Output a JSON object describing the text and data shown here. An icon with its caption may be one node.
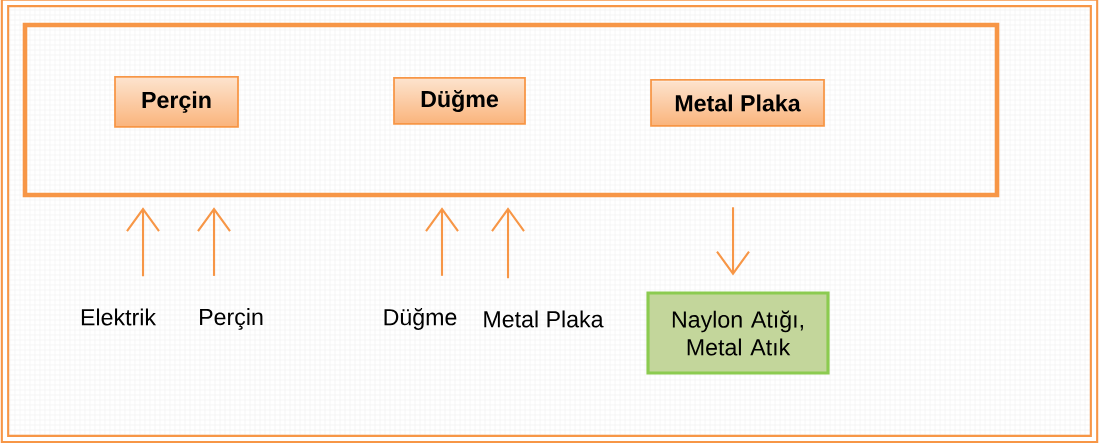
{
  "diagram": {
    "nodes": [
      {
        "text": [],
        "shape": "box"
      },
      {
        "text": [
          "Perçin"
        ],
        "in": 0
      },
      {
        "text": [
          "Düğme"
        ],
        "in": 0
      },
      {
        "text": [
          "Metal Plaka"
        ],
        "in": 0
      },
      {
        "text": [
          "Elektrik"
        ]
      },
      {
        "text": [
          "Perçin"
        ]
      },
      {
        "text": [
          "Düğme"
        ]
      },
      {
        "text": [
          "Metal Plaka"
        ]
      },
      {
        "text": [
          "Naylon Atığı, Metal Atık"
        ]
      }
    ],
    "edges": [
      {
        "from": 4,
        "to": 0,
        "arrow": "to"
      },
      {
        "from": 5,
        "to": 0,
        "arrow": "to"
      },
      {
        "from": 6,
        "to": 0,
        "arrow": "to"
      },
      {
        "from": 7,
        "to": 0,
        "arrow": "to"
      },
      {
        "from": 0,
        "to": 8,
        "arrow": "to"
      }
    ]
  }
}
